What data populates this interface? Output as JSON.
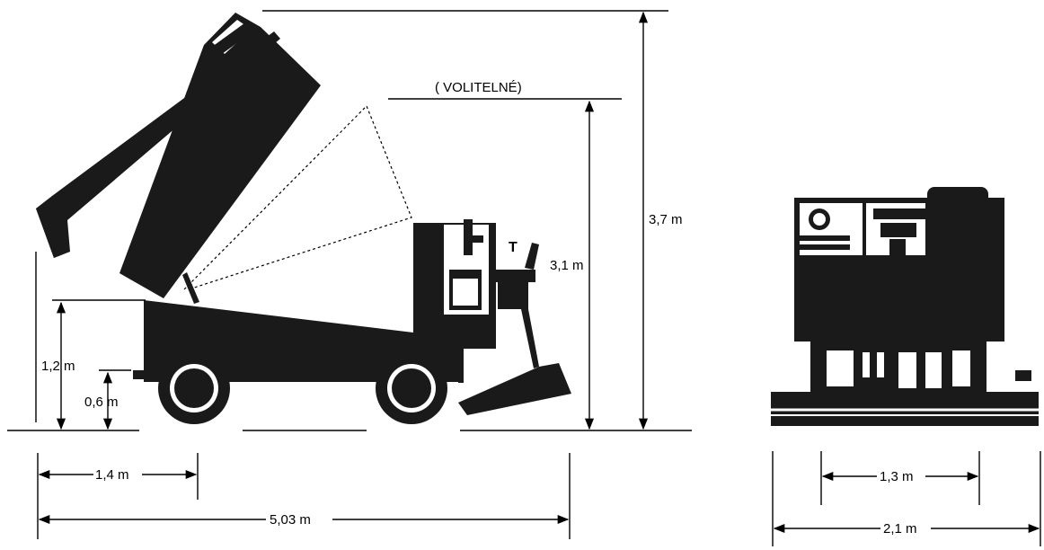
{
  "labels": {
    "optional": "( VOLITELNÉ)",
    "height_max": "3,7 m",
    "height_optional": "3,1 m",
    "height_dump": "1,2 m",
    "height_ground": "0,6 m",
    "front_overhang": "1,4 m",
    "total_length": "5,03 m",
    "track_width": "1,3 m",
    "total_width": "2,1 m"
  },
  "colors": {
    "ink": "#1a1a1a",
    "background": "#ffffff"
  }
}
